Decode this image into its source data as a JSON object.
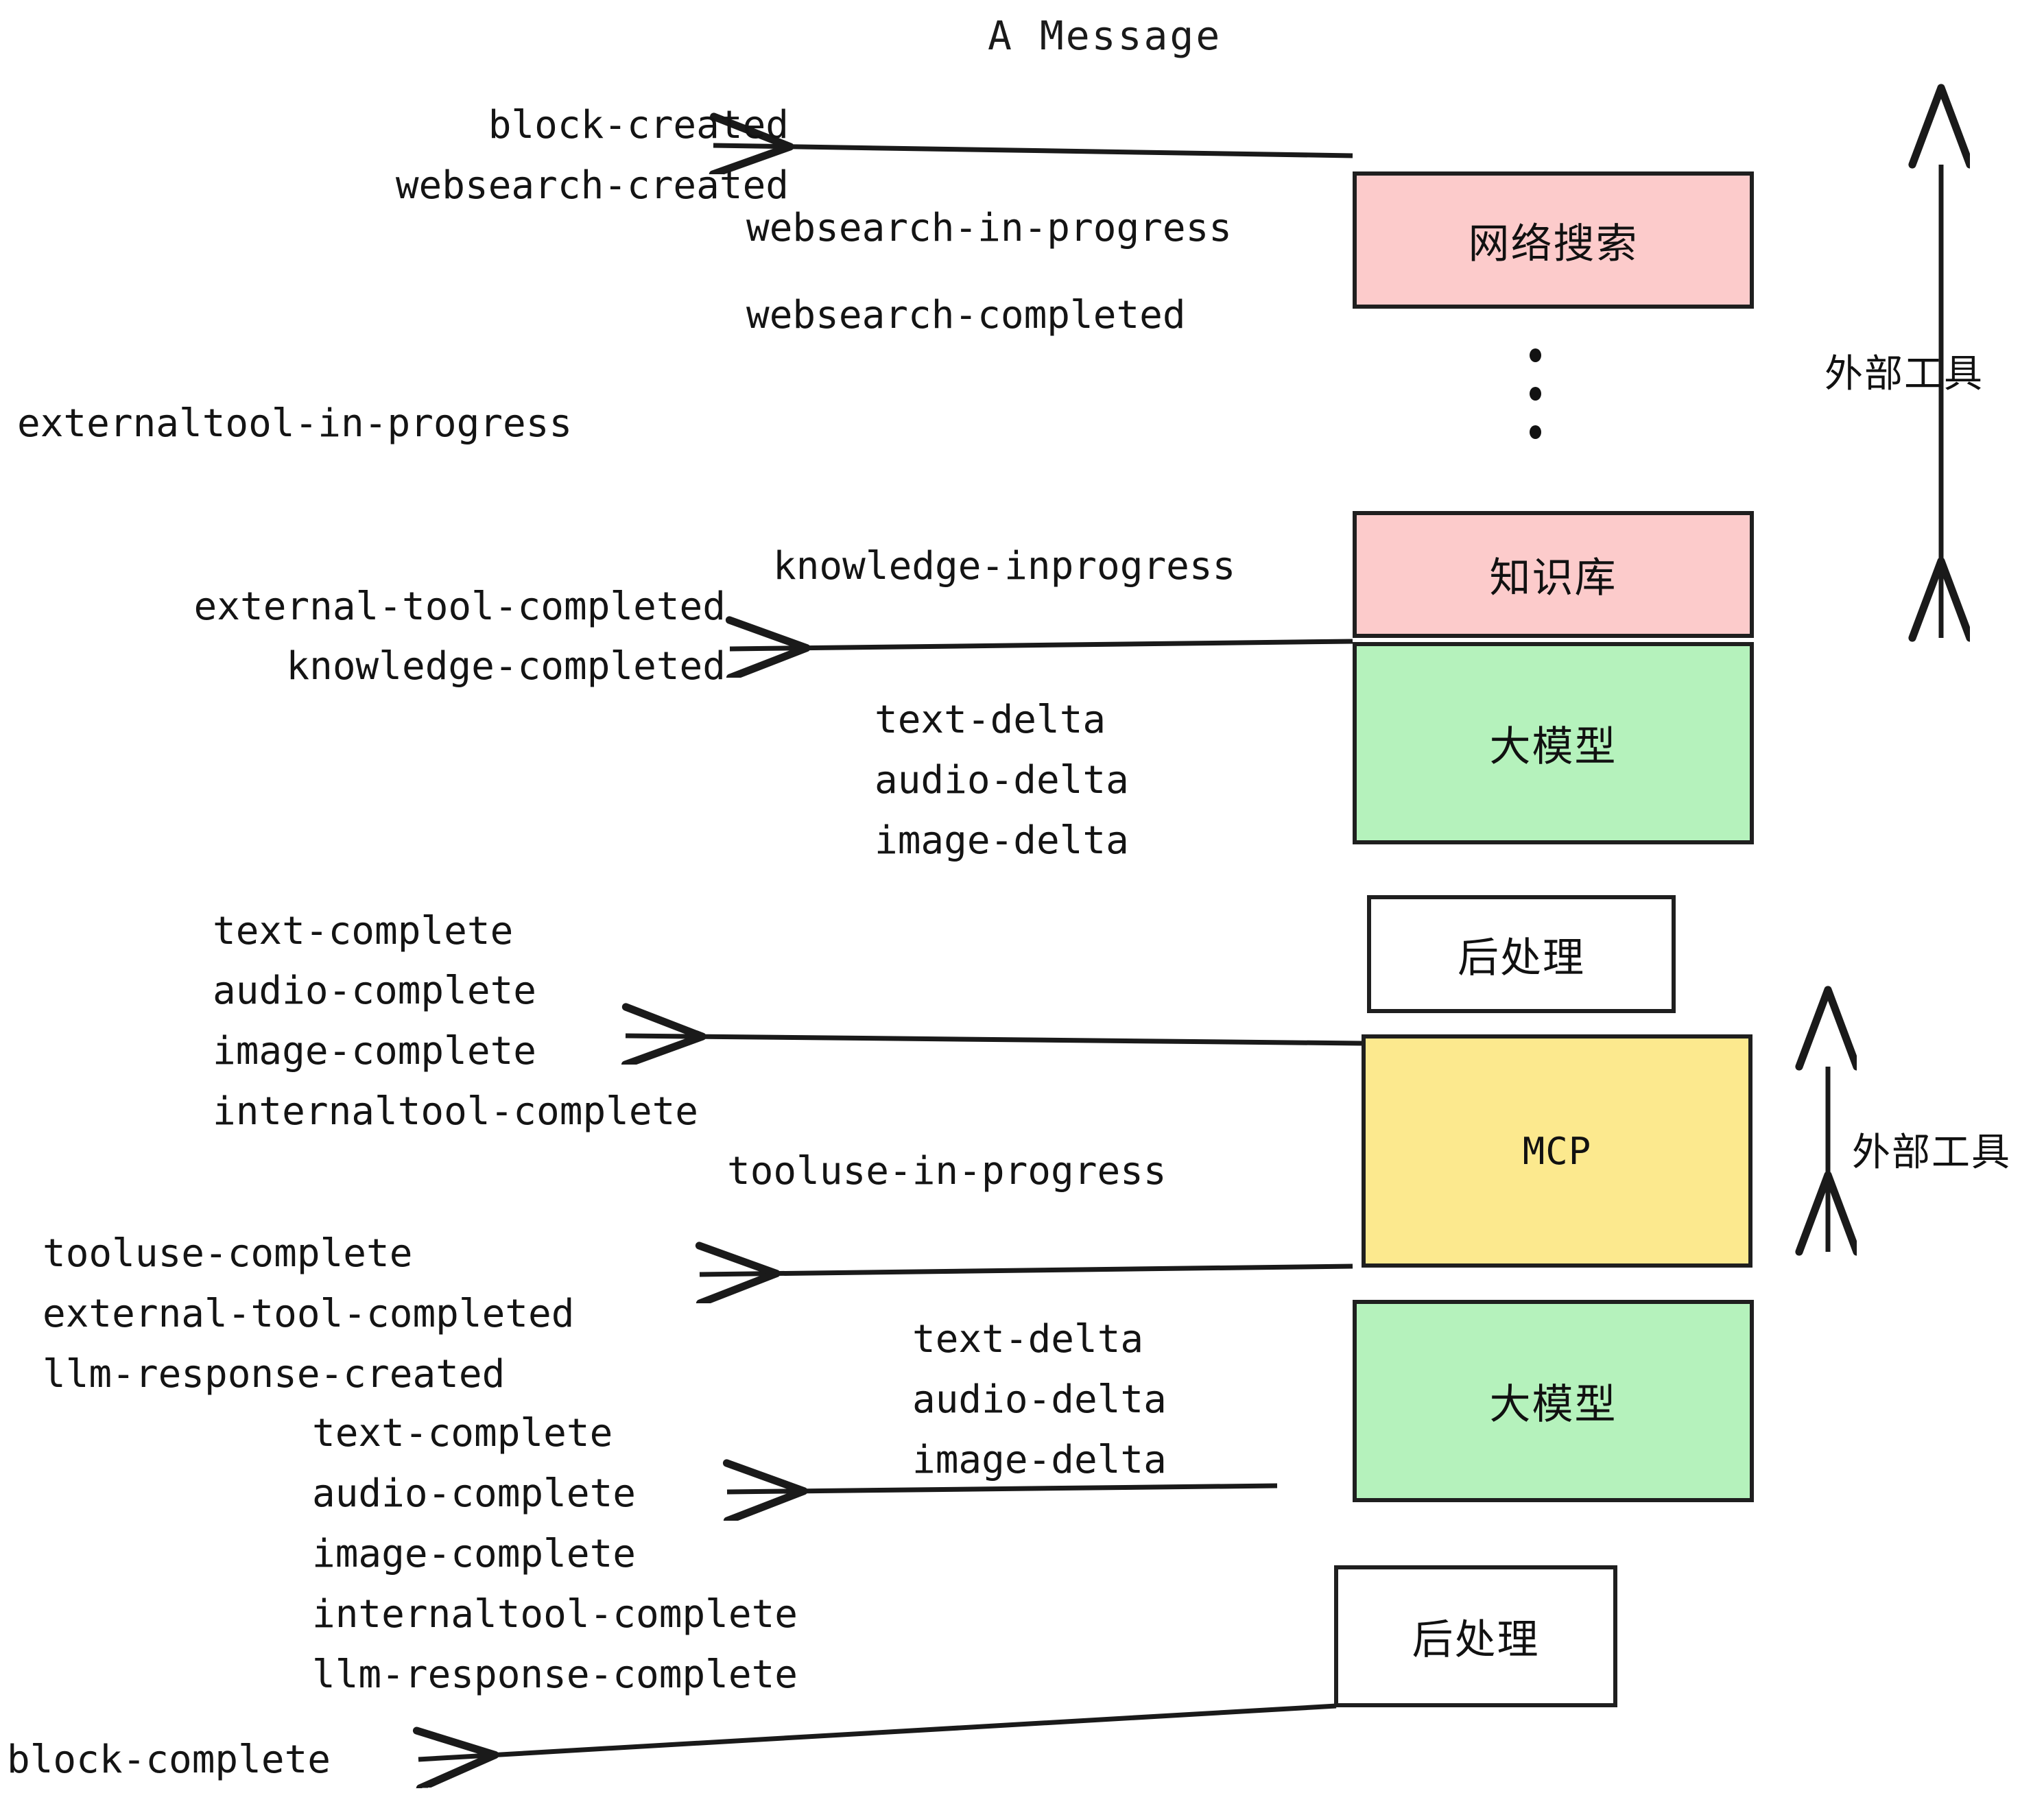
{
  "title": "A Message",
  "colors": {
    "pink": "#FCCBCB",
    "green": "#B5F2BC",
    "yellow": "#FCE98E",
    "white": "#FFFFFF",
    "stroke": "#1F1F1F",
    "text": "#141414"
  },
  "nodes": [
    {
      "id": "websearch",
      "label": "网络搜索",
      "color": "pink"
    },
    {
      "id": "knowledge",
      "label": "知识库",
      "color": "pink"
    },
    {
      "id": "llm-upper",
      "label": "大模型",
      "color": "green"
    },
    {
      "id": "postprocess-1",
      "label": "后处理",
      "color": "white"
    },
    {
      "id": "mcp",
      "label": "MCP",
      "color": "yellow"
    },
    {
      "id": "llm-lower",
      "label": "大模型",
      "color": "green"
    },
    {
      "id": "postprocess-2",
      "label": "后处理",
      "color": "white"
    }
  ],
  "side_labels": [
    {
      "id": "external-tools-top",
      "label": "外部工具"
    },
    {
      "id": "external-tools-bottom",
      "label": "外部工具"
    }
  ],
  "events": {
    "group_block_created": [
      "block-created",
      "websearch-created"
    ],
    "group_websearch": [
      "websearch-in-progress",
      "websearch-completed"
    ],
    "group_externaltool": [
      "externaltool-in-progress"
    ],
    "group_knowledge_mid": [
      "knowledge-inprogress"
    ],
    "group_knowledge_done": [
      "external-tool-completed",
      "knowledge-completed"
    ],
    "group_llm_upper_deltas": [
      "text-delta",
      "audio-delta",
      "image-delta"
    ],
    "group_postprocess_1": [
      "text-complete",
      "audio-complete",
      "image-complete",
      "internaltool-complete"
    ],
    "group_tooluse_progress": [
      "tooluse-in-progress"
    ],
    "group_tooluse_done": [
      "tooluse-complete",
      "external-tool-completed",
      "llm-response-created"
    ],
    "group_llm_lower_deltas": [
      "text-delta",
      "audio-delta",
      "image-delta"
    ],
    "group_postprocess_2": [
      "text-complete",
      "audio-complete",
      "image-complete",
      "internaltool-complete",
      "llm-response-complete"
    ],
    "group_block_complete": [
      "block-complete"
    ]
  }
}
